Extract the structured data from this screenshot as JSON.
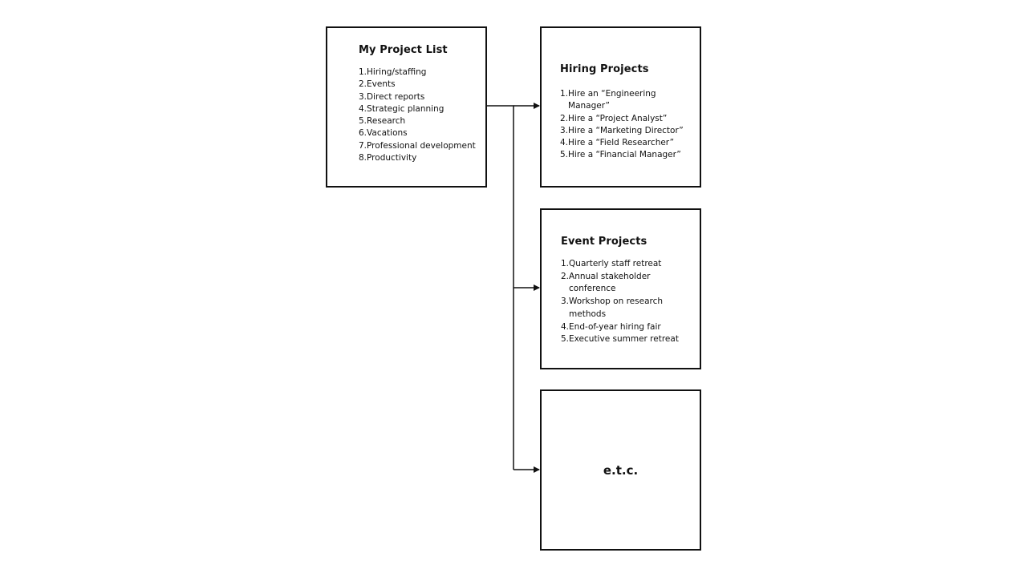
{
  "project_list": {
    "title": "My Project List",
    "items": [
      {
        "num": "1.",
        "text": "Hiring/staffing"
      },
      {
        "num": "2.",
        "text": "Events"
      },
      {
        "num": "3.",
        "text": "Direct reports"
      },
      {
        "num": "4.",
        "text": "Strategic planning"
      },
      {
        "num": "5.",
        "text": "Research"
      },
      {
        "num": "6.",
        "text": "Vacations"
      },
      {
        "num": "7.",
        "text": "Professional development"
      },
      {
        "num": "8.",
        "text": "Productivity"
      }
    ]
  },
  "hiring_projects": {
    "title": "Hiring Projects",
    "items": [
      {
        "num": "1.",
        "text": "Hire an “Engineering Manager”"
      },
      {
        "num": "2.",
        "text": "Hire a “Project Analyst”"
      },
      {
        "num": "3.",
        "text": "Hire a “Marketing Director”"
      },
      {
        "num": "4.",
        "text": "Hire a “Field Researcher”"
      },
      {
        "num": "5.",
        "text": "Hire a “Financial Manager”"
      }
    ]
  },
  "event_projects": {
    "title": "Event Projects",
    "items": [
      {
        "num": "1.",
        "text": "Quarterly staff retreat"
      },
      {
        "num": "2.",
        "text": "Annual stakeholder conference"
      },
      {
        "num": "3.",
        "text": "Workshop on research methods"
      },
      {
        "num": "4.",
        "text": "End-of-year hiring fair"
      },
      {
        "num": "5.",
        "text": "Executive summer retreat"
      }
    ]
  },
  "etc_box": {
    "label": "e.t.c."
  },
  "colors": {
    "line": "#111111",
    "background": "#ffffff"
  }
}
